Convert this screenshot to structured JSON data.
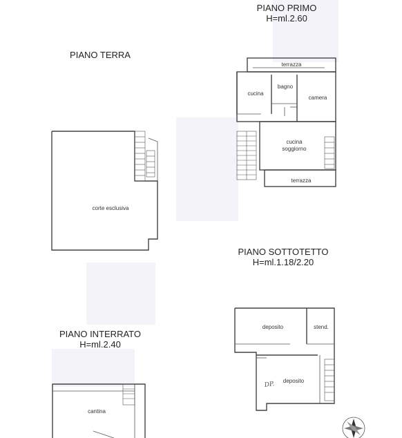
{
  "floors": {
    "primo": {
      "title": "PIANO PRIMO",
      "height": "H=ml.2.60"
    },
    "terra": {
      "title": "PIANO TERRA"
    },
    "sottotetto": {
      "title": "PIANO SOTTOTETTO",
      "height": "H=ml.1.18/2.20"
    },
    "interrato": {
      "title": "PIANO INTERRATO",
      "height": "H=ml.2.40"
    }
  },
  "rooms": {
    "terrazza_top": "terrazza",
    "cucina": "cucina",
    "bagno": "bagno",
    "camera": "camera",
    "cucina_soggiorno_1": "cucina",
    "cucina_soggiorno_2": "soggiorno",
    "terrazza_bottom": "terrazza",
    "corte": "corte esclusiva",
    "deposito_1": "deposito",
    "stend": "stend.",
    "deposito_2": "deposito",
    "cantina": "cantina"
  },
  "annotations": {
    "handwritten": "DP."
  },
  "icons": {
    "compass": "north-arrow-icon"
  },
  "colors": {
    "lines": "#444444",
    "smudge": "#e9e9f4"
  }
}
